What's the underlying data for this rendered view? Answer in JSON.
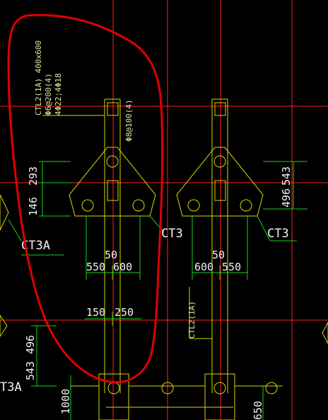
{
  "colors": {
    "background": "#000000",
    "axis": "#ff2020",
    "outline": "#d8d800",
    "dimension": "#18d018",
    "dim_text": "#f2f2f2",
    "label": "#f2f2f2",
    "annotation": "#e8e8a0",
    "callout": "#e00000"
  },
  "beam_spec": {
    "line1": "CTL2(1A) 400x600",
    "line2": "Φ6@200(4)",
    "line3": "4Φ22;4Φ18"
  },
  "stirrup_label": "Φ8@100(4)",
  "beam_label_right": "CTL2(1A)",
  "cap_labels": {
    "left_edge": "CT3A",
    "left_bottom": "T3A",
    "cap_a": "CT3",
    "cap_b": "CT3"
  },
  "dimensions": {
    "d1": "146",
    "d2": "293",
    "d3": "50",
    "d4": "550",
    "d5": "600",
    "d6": "50",
    "d7": "600",
    "d8": "550",
    "d9": "150",
    "d10": "250",
    "d11": "496",
    "d12": "543",
    "d13": "543",
    "d14": "496",
    "d15": "1000",
    "d16": "650"
  }
}
